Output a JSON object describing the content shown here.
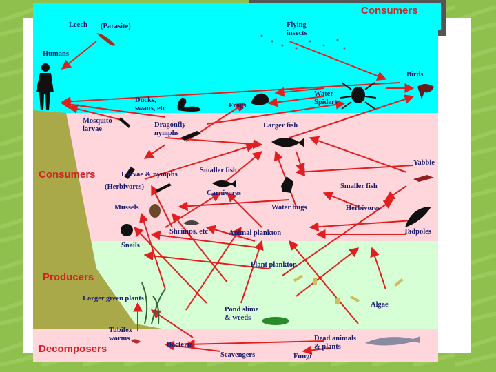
{
  "title": "Consumers",
  "zones": {
    "consumers": "Consumers",
    "producers": "Producers",
    "decomposers": "Decomposers"
  },
  "labels": {
    "leech": "Leech",
    "parasite": "(Parasite)",
    "flying_insects": "Flying\ninsects",
    "humans": "Humans",
    "birds": "Birds",
    "ducks": "Ducks,\nswans, etc",
    "frogs": "Frogs",
    "water_spiders": "Water\nSpiders",
    "mosquito": "Mosquito\nlarvae",
    "dragonfly": "Dragonfly\nnymphs",
    "larger_fish": "Larger fish",
    "yabbie": "Yabbie",
    "larvae_nymphs": "Larvae & nymphs",
    "herbivores_paren": "(Herbivores)",
    "smaller_fish": "Smaller fish",
    "carnivores": "Carnivores",
    "smaller_fish_herb": "Smaller fish",
    "herbivores": "Herbivores",
    "mussels": "Mussels",
    "water_bugs": "Water bugs",
    "shrimps": "Shrimps, etc",
    "animal_plankton": "Animal plankton",
    "tadpoles": "Tadpoles",
    "snails": "Snails",
    "plant_plankton": "Plant plankton",
    "larger_green_plants": "Larger green plants",
    "algae": "Algae",
    "pond_slime": "Pond slime\n& weeds",
    "tubifex": "Tubifex\nworms",
    "bacteria": "Bacteria",
    "dead_animals": "Dead animals\n& plants",
    "scavengers": "Scavengers",
    "fungi": "Fungi"
  },
  "colors": {
    "sky": "#00ffff",
    "upper_water": "#ffd6dc",
    "lower_water": "#d6ffd6",
    "bottom": "#ffd6dc",
    "arrow": "#e02020",
    "background": "#8fbf4c"
  }
}
